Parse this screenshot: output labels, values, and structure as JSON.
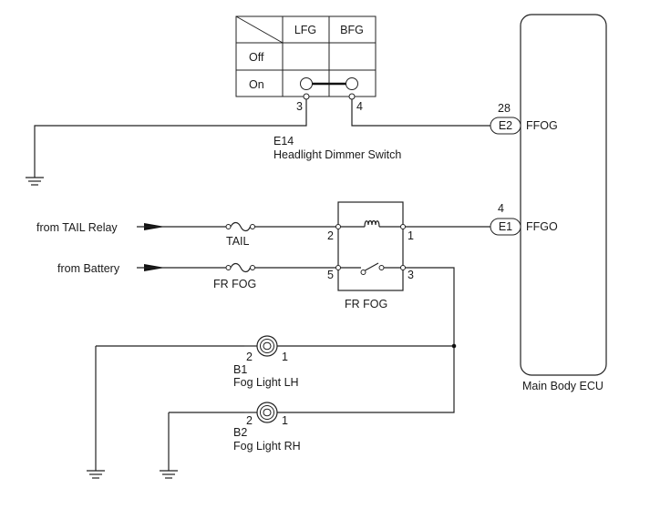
{
  "switch": {
    "headers": [
      "LFG",
      "BFG"
    ],
    "rows": [
      "Off",
      "On"
    ],
    "pin_left": "3",
    "pin_right": "4",
    "code": "E14",
    "name": "Headlight Dimmer Switch"
  },
  "ecu": {
    "name": "Main Body ECU",
    "connector_upper": {
      "pin": "28",
      "code": "E2",
      "terminal": "FFOG"
    },
    "connector_lower": {
      "pin": "4",
      "code": "E1",
      "terminal": "FFGO"
    }
  },
  "sources": {
    "tail": "from TAIL Relay",
    "battery": "from Battery"
  },
  "fuses": {
    "tail": "TAIL",
    "frfog": "FR FOG"
  },
  "relay": {
    "name": "FR FOG",
    "pins": {
      "p1": "1",
      "p2": "2",
      "p3": "3",
      "p5": "5"
    }
  },
  "lights": [
    {
      "code": "B1",
      "name": "Fog Light LH",
      "pin_left": "2",
      "pin_right": "1"
    },
    {
      "code": "B2",
      "name": "Fog Light RH",
      "pin_left": "2",
      "pin_right": "1"
    }
  ]
}
